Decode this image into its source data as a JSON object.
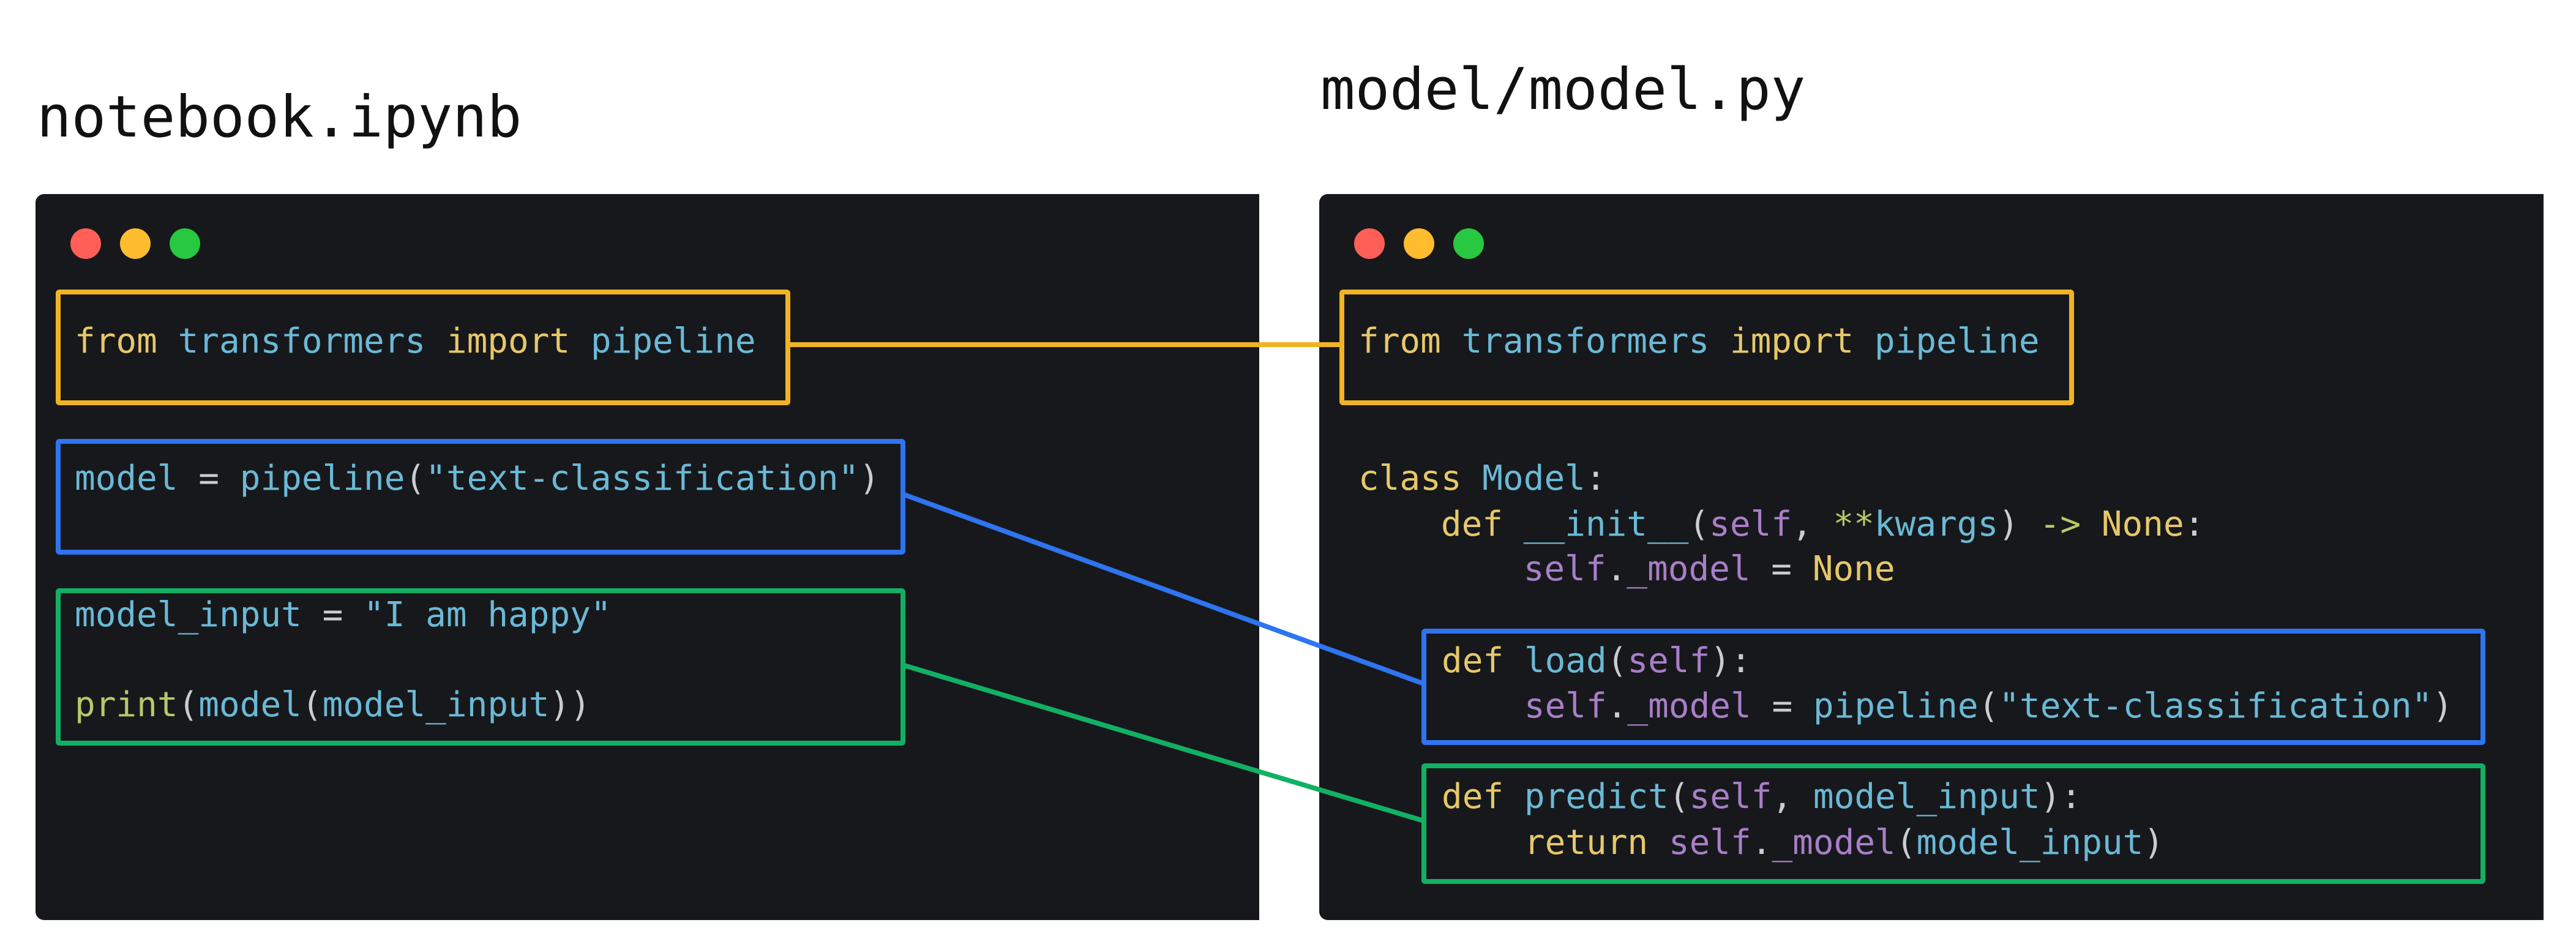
{
  "left_panel": {
    "title": "notebook.ipynb",
    "lines": {
      "import": [
        "from",
        " ",
        "transformers",
        " ",
        "import",
        " ",
        "pipeline"
      ],
      "model": [
        "model",
        " = ",
        "pipeline",
        "(",
        "\"text-classification\"",
        ")"
      ],
      "input": [
        "model_input",
        " = ",
        "\"I am happy\""
      ],
      "print": [
        "print",
        "(",
        "model",
        "(",
        "model_input",
        "))"
      ]
    }
  },
  "right_panel": {
    "title": "model/model.py",
    "lines": {
      "import": [
        "from",
        " ",
        "transformers",
        " ",
        "import",
        " ",
        "pipeline"
      ],
      "class": [
        "class",
        " ",
        "Model",
        ":"
      ],
      "init_def": [
        "    ",
        "def",
        " ",
        "__init__",
        "(",
        "self",
        ", ",
        "**",
        "kwargs",
        ") ",
        "->",
        " ",
        "None",
        ":"
      ],
      "init_body": [
        "        ",
        "self",
        ".",
        "_model",
        " = ",
        "None"
      ],
      "load_def": [
        "def",
        " ",
        "load",
        "(",
        "self",
        "):"
      ],
      "load_body": [
        "    ",
        "self",
        ".",
        "_model",
        " = ",
        "pipeline",
        "(",
        "\"text-classification\"",
        ")"
      ],
      "predict_def": [
        "def",
        " ",
        "predict",
        "(",
        "self",
        ", ",
        "model_input",
        "):"
      ],
      "predict_body": [
        "    ",
        "return",
        " ",
        "self",
        ".",
        "_model",
        "(",
        "model_input",
        ")"
      ]
    }
  },
  "colors": {
    "window_bg": "#17181b",
    "dot_red": "#ff5f57",
    "dot_yellow": "#febc2e",
    "dot_green": "#28c840",
    "import_link": "#f0b323",
    "load_link": "#2f74f0",
    "predict_link": "#12b064"
  }
}
